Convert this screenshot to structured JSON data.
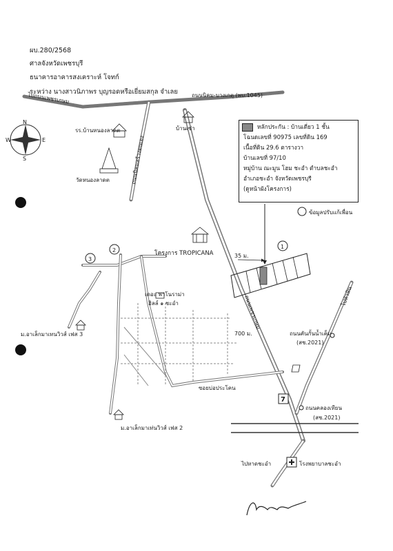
{
  "header": {
    "ref": "ผบ.280/2568",
    "court": "ศาลจังหวัดเพชรบุรี",
    "bank": "ธนาคารอาคารสงเคราะห์ โจทก์",
    "defendant": "ระหว่าง นางสาวนิภาพร บุญรอดหรือเยี่ยมสกุล จำเลย"
  },
  "legend": {
    "property_type": "หลักประกัน : บ้านเดี่ยว 1 ชั้น",
    "deed": "โฉนดเลขที่ 90975 เลขที่ดิน 169",
    "area": "เนื้อที่ดิน 29.6 ตารางวา",
    "house_no": "บ้านเลขที่ 97/10",
    "village": "หมู่บ้าน ณะมูน โฮม ชะอำ ตำบลชะอำ",
    "district": "อำเภอชะอำ จังหวัดเพชรบุรี",
    "owner_note": "(ดูหน้าผังโครงการ)",
    "legend_colors": {
      "collateral": "#888888"
    }
  },
  "map": {
    "top_road_left": "ไปถนนเพชรเกษม",
    "top_road_right": "ถนนนิคม-บางเกตุ (พบ.1045)",
    "vertical_road": "ถนนนิคมสร้างตนเอง",
    "compass": {
      "n": "N",
      "s": "S",
      "e": "E",
      "w": "W"
    },
    "ban_chao": "บ้านเช่า",
    "school": "รร.บ้านหนองลาดต",
    "temple": "วัดหนองลาดต",
    "project": "โครงการ TROPICANA",
    "distance_35": "35 ม.",
    "distance_700": "700 ม.",
    "main_road": "ถนนเพชรเกษม",
    "info_note": "ข้อมูลปรับแก้เพื่อน",
    "circle_1": "1",
    "circle_2": "2",
    "circle_3": "3",
    "palm_villa": "เดอะ พาโนราม่า",
    "palm_villa2": "ฮิลล์ ๑ ชะอำ",
    "village_3": "ม.อาเล็กมาเทนวิวส์ เฟส 3",
    "village_2": "ม.อาเล็กมาเท่นวิวส์ เฟส 2",
    "soi": "ซอยบ่อประโคน",
    "to_hua_hin": "ไปหัวหิน",
    "road_khaem": "ถนนคันกั้นน้ำเค็ม",
    "road_khaem_year": "(สช.2021)",
    "road_klong": "ถนนคลองเทียน",
    "road_klong_year": "(สช.2021)",
    "to_chaam": "ไปหาดชะอำ",
    "hospital": "โรงพยาบาลชะอำ",
    "seven_eleven": "7"
  },
  "signature": "Banunya"
}
